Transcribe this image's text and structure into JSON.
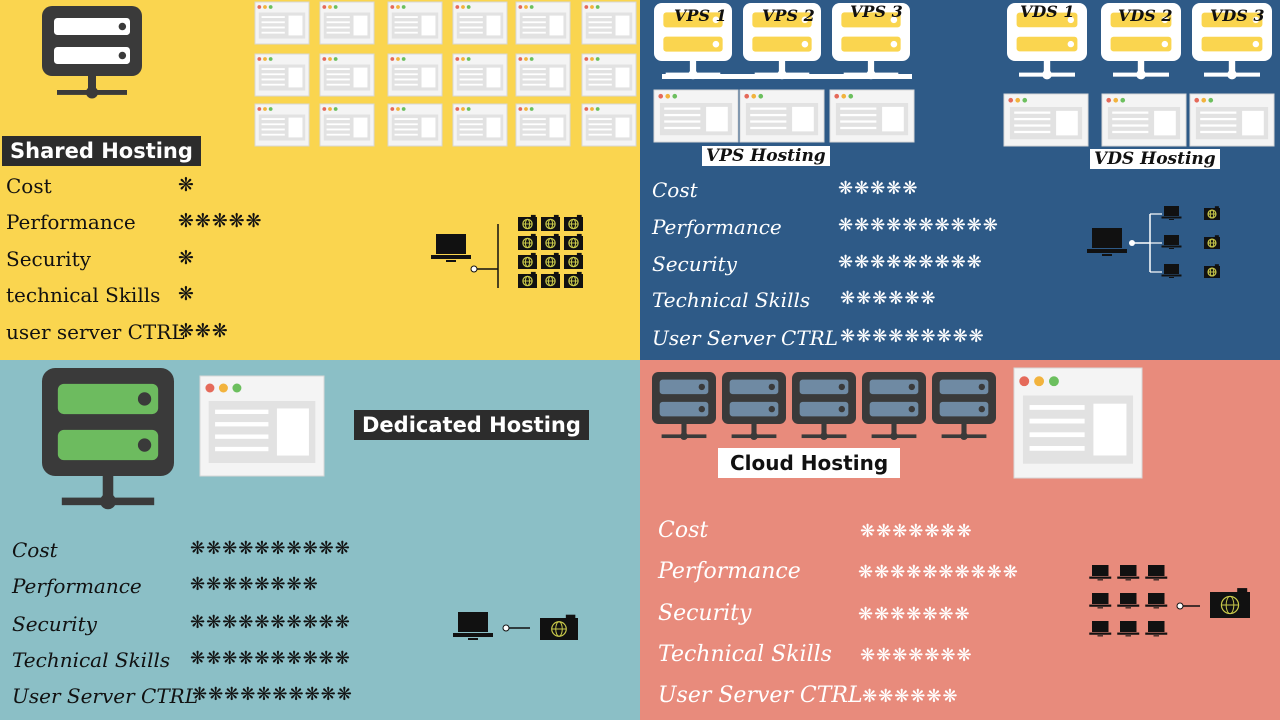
{
  "colors": {
    "shared_bg": "#fad54f",
    "vps_bg": "#2e5a87",
    "dedicated_bg": "#8bbfc6",
    "cloud_bg": "#e88b7c",
    "server_dark": "#3a3a3a",
    "server_green": "#6dbb5f",
    "server_white": "#ffffff",
    "window_bg": "#f4f4f4"
  },
  "shared": {
    "title": "Shared Hosting",
    "metrics": [
      {
        "name": "Cost",
        "stars": "❋"
      },
      {
        "name": "Performance",
        "stars": "❋❋❋❋❋"
      },
      {
        "name": "Security",
        "stars": "❋"
      },
      {
        "name": "technical Skills",
        "stars": "❋"
      },
      {
        "name": "user server CTRL",
        "stars": "❋❋❋"
      }
    ]
  },
  "vps": {
    "vps_title": "VPS Hosting",
    "vds_title": "VDS Hosting",
    "vps_servers": [
      "VPS 1",
      "VPS 2",
      "VPS 3"
    ],
    "vds_servers": [
      "VDS 1",
      "VDS 2",
      "VDS 3"
    ],
    "metrics": [
      {
        "name": "Cost",
        "stars": "❋❋❋❋❋"
      },
      {
        "name": "Performance",
        "stars": "❋❋❋❋❋❋❋❋❋❋"
      },
      {
        "name": "Security",
        "stars": "❋❋❋❋❋❋❋❋❋"
      },
      {
        "name": "Technical Skills",
        "stars": "❋❋❋❋❋❋"
      },
      {
        "name": "User Server CTRL",
        "stars": "❋❋❋❋❋❋❋❋❋"
      }
    ]
  },
  "dedicated": {
    "title": "Dedicated Hosting",
    "metrics": [
      {
        "name": "Cost",
        "stars": "❋❋❋❋❋❋❋❋❋❋"
      },
      {
        "name": "Performance",
        "stars": "❋❋❋❋❋❋❋❋"
      },
      {
        "name": "Security",
        "stars": "❋❋❋❋❋❋❋❋❋❋"
      },
      {
        "name": "Technical Skills",
        "stars": "❋❋❋❋❋❋❋❋❋❋"
      },
      {
        "name": "User Server CTRL",
        "stars": "❋❋❋❋❋❋❋❋❋❋"
      }
    ]
  },
  "cloud": {
    "title": "Cloud Hosting",
    "metrics": [
      {
        "name": "Cost",
        "stars": "❋❋❋❋❋❋❋"
      },
      {
        "name": "Performance",
        "stars": "❋❋❋❋❋❋❋❋❋❋"
      },
      {
        "name": "Security",
        "stars": "❋❋❋❋❋❋❋"
      },
      {
        "name": "Technical Skills",
        "stars": "❋❋❋❋❋❋❋"
      },
      {
        "name": "User Server CTRL",
        "stars": "❋❋❋❋❋❋"
      }
    ]
  },
  "icons": {
    "server": "server-icon",
    "browser_window": "browser-window-icon",
    "laptop": "laptop-icon",
    "globe_camera": "globe-network-icon"
  }
}
